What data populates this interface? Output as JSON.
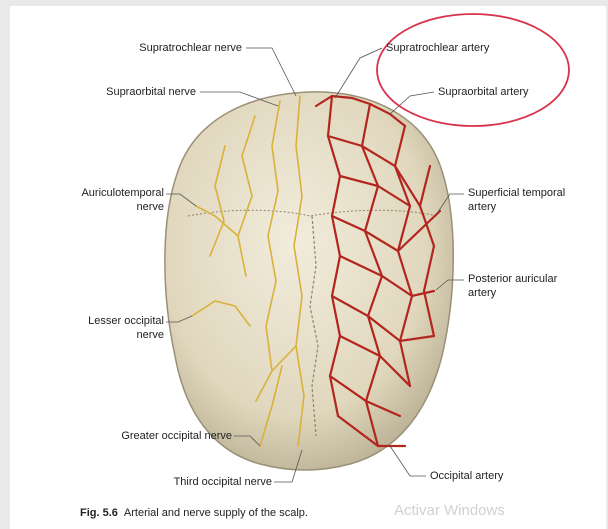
{
  "figure": {
    "caption_number": "Fig. 5.6",
    "caption_text": "Arterial and nerve supply of the scalp.",
    "labels_left": [
      {
        "id": "supratrochlear-nerve",
        "text": "Supratrochlear nerve"
      },
      {
        "id": "supraorbital-nerve",
        "text": "Supraorbital nerve"
      },
      {
        "id": "auriculotemporal-nerve",
        "text": "Auriculotemporal\nnerve"
      },
      {
        "id": "lesser-occipital-nerve",
        "text": "Lesser occipital\nnerve"
      },
      {
        "id": "greater-occipital-nerve",
        "text": "Greater occipital nerve"
      },
      {
        "id": "third-occipital-nerve",
        "text": "Third occipital nerve"
      }
    ],
    "labels_right": [
      {
        "id": "supratrochlear-artery",
        "text": "Supratrochlear artery"
      },
      {
        "id": "supraorbital-artery",
        "text": "Supraorbital artery"
      },
      {
        "id": "superficial-temporal-artery",
        "text": "Superficial temporal\nartery"
      },
      {
        "id": "posterior-auricular-artery",
        "text": "Posterior auricular\nartery"
      },
      {
        "id": "occipital-artery",
        "text": "Occipital artery"
      }
    ]
  },
  "colors": {
    "skull": "#e4dcc6",
    "artery": "#b3261e",
    "nerve": "#d9b13b",
    "highlight_circle": "#d8324a"
  },
  "watermark": "Activar Windows"
}
